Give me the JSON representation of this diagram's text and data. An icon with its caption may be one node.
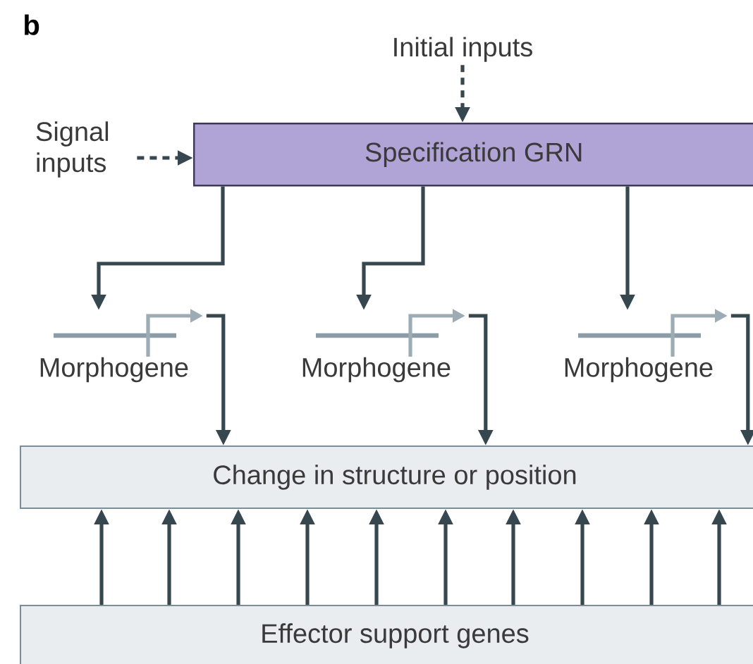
{
  "diagram": {
    "nodes": [
      {
        "text": [
          "Initial inputs"
        ]
      },
      {
        "text": [
          "Signal inputs"
        ]
      },
      {
        "text": [
          "Specification GRN"
        ]
      },
      {
        "text": [
          "Morphogene"
        ]
      },
      {
        "text": [
          "Morphogene"
        ]
      },
      {
        "text": [
          "Morphogene"
        ]
      },
      {
        "text": [
          "Change in structure or position"
        ]
      },
      {
        "text": [
          "Effector support genes"
        ]
      }
    ],
    "edges": [
      {
        "from": 0,
        "to": 2,
        "arrow": "to",
        "style": "dashed"
      },
      {
        "from": 1,
        "to": 2,
        "arrow": "to",
        "style": "dashed"
      },
      {
        "from": 2,
        "to": 3,
        "arrow": "to"
      },
      {
        "from": 2,
        "to": 4,
        "arrow": "to"
      },
      {
        "from": 2,
        "to": 5,
        "arrow": "to"
      },
      {
        "from": 3,
        "to": 6,
        "arrow": "to"
      },
      {
        "from": 4,
        "to": 6,
        "arrow": "to"
      },
      {
        "from": 5,
        "to": 6,
        "arrow": "to"
      },
      {
        "from": 7,
        "to": 6,
        "arrow": "to"
      },
      {
        "from": 7,
        "to": 6,
        "arrow": "to"
      },
      {
        "from": 7,
        "to": 6,
        "arrow": "to"
      },
      {
        "from": 7,
        "to": 6,
        "arrow": "to"
      },
      {
        "from": 7,
        "to": 6,
        "arrow": "to"
      },
      {
        "from": 7,
        "to": 6,
        "arrow": "to"
      },
      {
        "from": 7,
        "to": 6,
        "arrow": "to"
      },
      {
        "from": 7,
        "to": 6,
        "arrow": "to"
      },
      {
        "from": 7,
        "to": 6,
        "arrow": "to"
      },
      {
        "from": 7,
        "to": 6,
        "arrow": "to"
      }
    ],
    "labels": [
      "b"
    ]
  }
}
